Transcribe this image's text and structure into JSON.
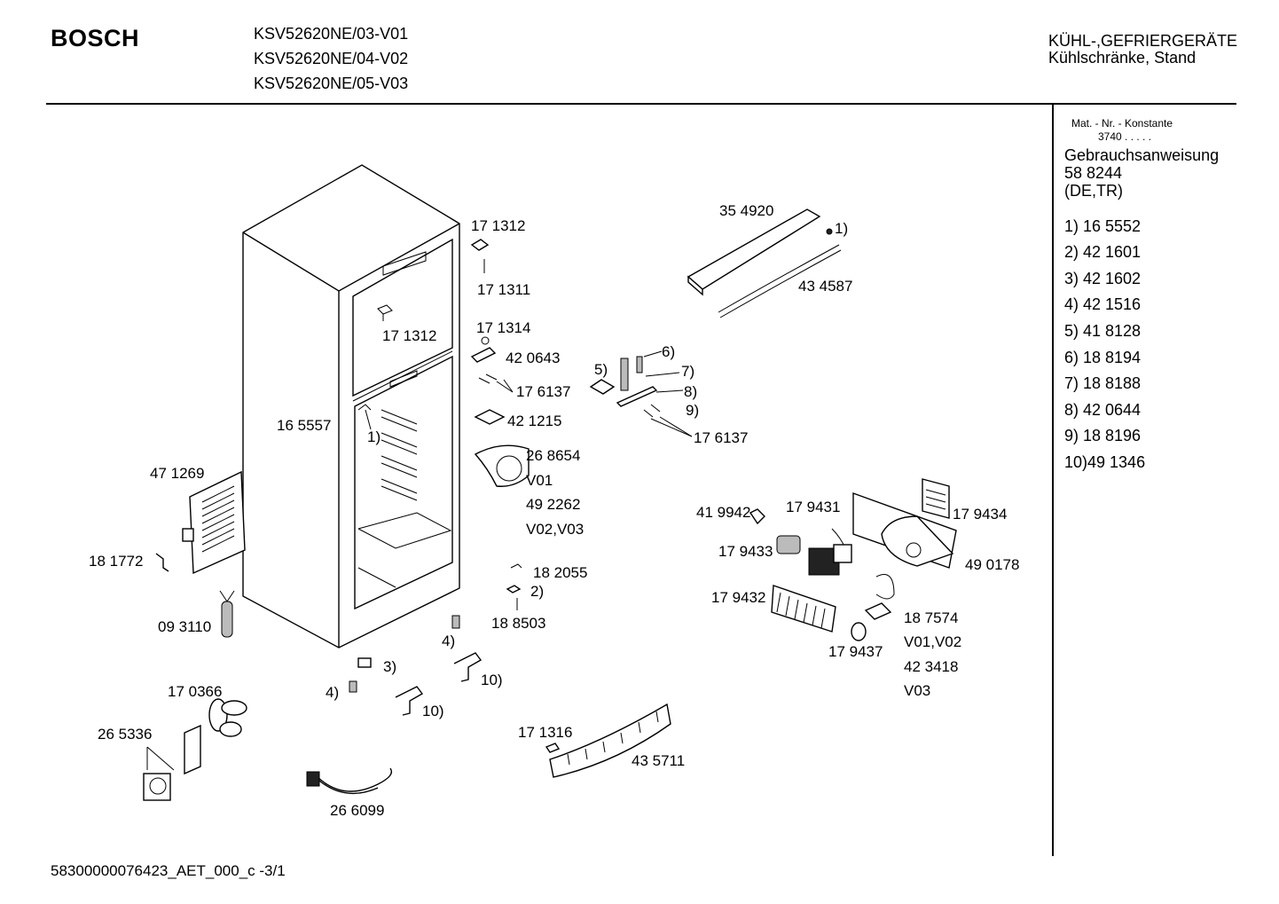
{
  "header": {
    "brand": "BOSCH",
    "models": [
      "KSV52620NE/03-V01",
      "KSV52620NE/04-V02",
      "KSV52620NE/05-V03"
    ],
    "category_line1": "KÜHL-,GEFRIERGERÄTE",
    "category_line2": "Kühlschränke, Stand"
  },
  "sidebar": {
    "mat_title": "Mat. - Nr. - Konstante",
    "mat_value": "3740  .  .  .  .  .",
    "manual_title": "Gebrauchsanweisung",
    "manual_number": "58 8244",
    "manual_lang": "(DE,TR)",
    "items": [
      "1)  16 5552",
      "2)  42 1601",
      "3)  42 1602",
      "4)  42 1516",
      "5)  41 8128",
      "6)  18 8194",
      "7)  18 8188",
      "8)  42 0644",
      "9)  18 8196",
      "10)49 1346"
    ]
  },
  "labels": {
    "p171312a": "17 1312",
    "p171311": "17 1311",
    "p171312b": "17 1312",
    "p171314": "17 1314",
    "p420643": "42 0643",
    "p176137a": "17 6137",
    "p421215": "42 1215",
    "p165557": "16 5557",
    "c1a": "1)",
    "p268654": "26 8654",
    "v01a": "V01",
    "p492262": "49 2262",
    "v0203": "V02,V03",
    "p471269": "47 1269",
    "p181772": "18 1772",
    "p093110": "09 3110",
    "p182055": "18 2055",
    "c2": "2)",
    "p188503": "18 8503",
    "c4a": "4)",
    "c3": "3)",
    "c10a": "10)",
    "c4b": "4)",
    "c10b": "10)",
    "p170366": "17 0366",
    "p265336": "26 5336",
    "p266099": "26 6099",
    "p171316": "17 1316",
    "p435711": "43 5711",
    "p354920": "35 4920",
    "c1b": "1)",
    "p434587": "43 4587",
    "c6": "6)",
    "c5": "5)",
    "c7": "7)",
    "c8": "8)",
    "c9": "9)",
    "p176137b": "17 6137",
    "p419942": "41 9942",
    "p179431": "17 9431",
    "p179434": "17 9434",
    "p179433": "17 9433",
    "p490178": "49 0178",
    "p179432": "17 9432",
    "p187574": "18 7574",
    "v0102": "V01,V02",
    "p179437": "17 9437",
    "p423418": "42 3418",
    "v03": "V03"
  },
  "footer": {
    "doc_id": "58300000076423_AET_000_c   -3/1"
  }
}
